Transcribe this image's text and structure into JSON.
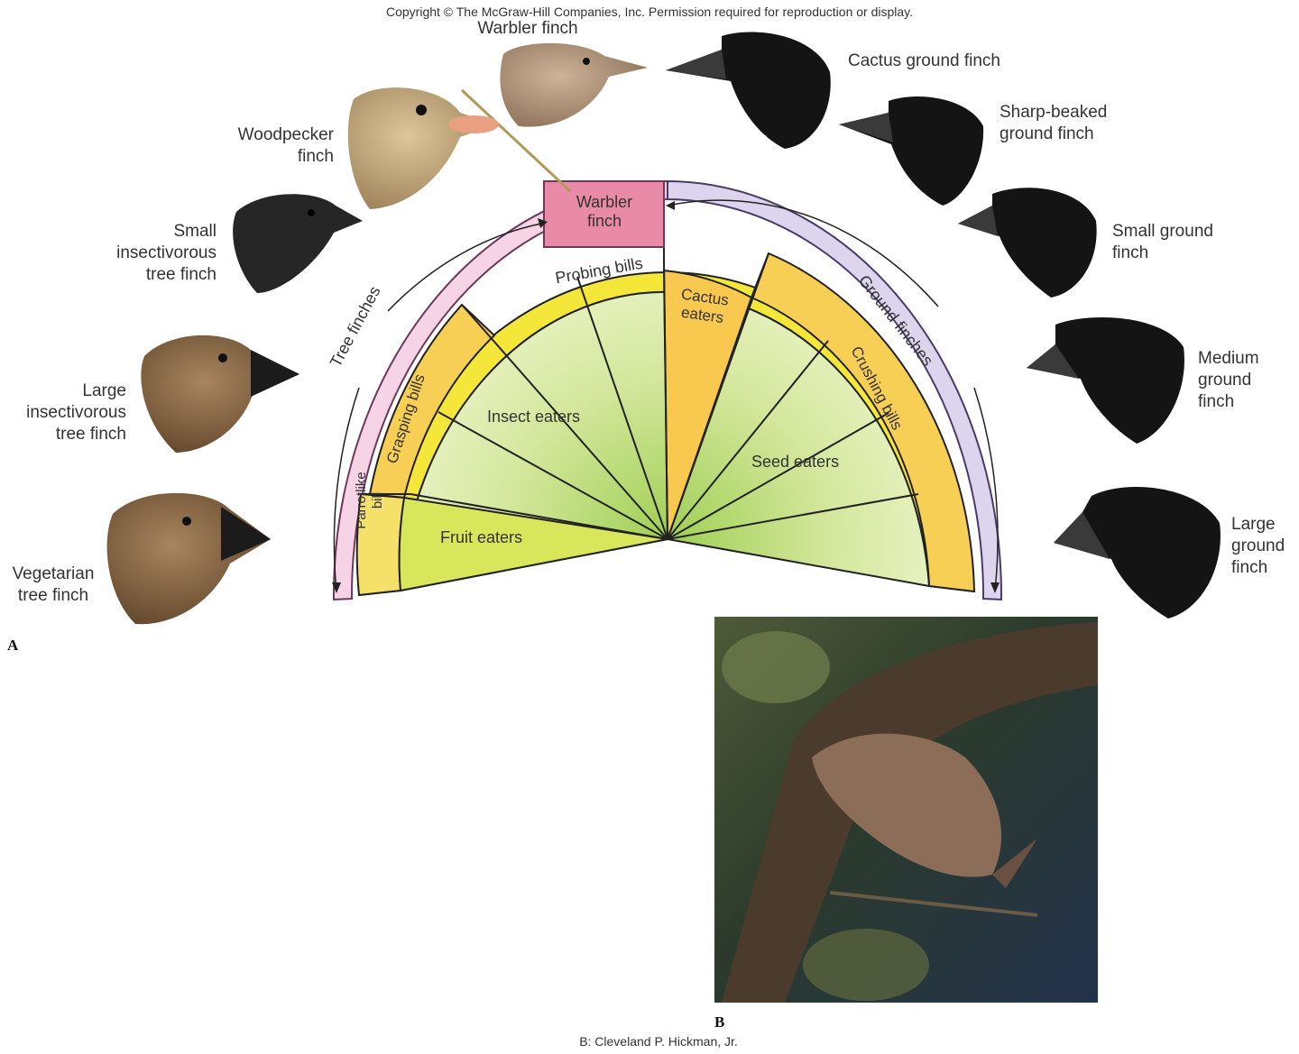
{
  "header": {
    "copyright": "Copyright © The McGraw-Hill Companies, Inc. Permission required for reproduction or display."
  },
  "panels": {
    "a": "A",
    "b": "B"
  },
  "credit": "B: Cleveland P. Hickman, Jr.",
  "finches_left": [
    {
      "label": "Warbler finch"
    },
    {
      "label": "Woodpecker\nfinch"
    },
    {
      "label": "Small\ninsectivorous\ntree finch"
    },
    {
      "label": "Large\ninsectivorous\ntree finch"
    },
    {
      "label": "Vegetarian\ntree finch"
    }
  ],
  "finches_right": [
    {
      "label": "Cactus ground finch"
    },
    {
      "label": "Sharp-beaked\nground finch"
    },
    {
      "label": "Small ground\nfinch"
    },
    {
      "label": "Medium\nground\nfinch"
    },
    {
      "label": "Large\nground\nfinch"
    }
  ],
  "diagram": {
    "top_box": "Warbler\nfinch",
    "outer_left": "Tree finches",
    "outer_right": "Ground finches",
    "middle_top": "Probing bills",
    "middle_left_upper": "Grasping bills",
    "middle_left_lower": "Parrotlike\nbill",
    "middle_right": "Crushing bills",
    "inner_cactus": "Cactus\neaters",
    "inner_insect": "Insect eaters",
    "inner_seed": "Seed eaters",
    "inner_fruit": "Fruit eaters"
  },
  "colors": {
    "outer_left": "#f7d3e6",
    "outer_right": "#ddd5ee",
    "warbler_box": "#e98aa8",
    "middle_band": "#f5e63a",
    "middle_orange": "#f8cf55",
    "inner_fill": "#cfe39a",
    "inner_fruit": "#d7e65a",
    "dark_bird": "#141414",
    "brown_bird": "#7a5a3a"
  },
  "icons": {
    "finch_heads": "bird-head-icon",
    "photo": "finch-photo"
  }
}
